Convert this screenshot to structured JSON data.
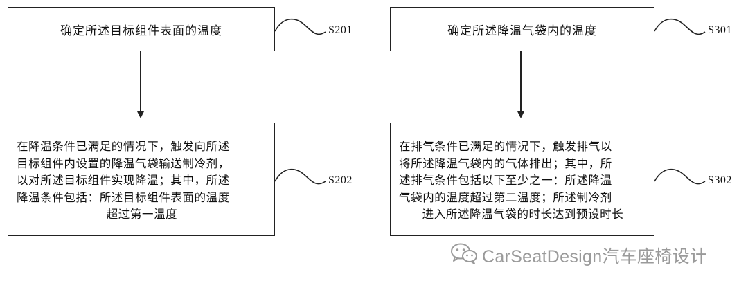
{
  "left_flow": {
    "step1": {
      "text": "确定所述目标组件表面的温度",
      "label": "S201"
    },
    "step2": {
      "lines": [
        "在降温条件已满足的情况下，触发向所述",
        "目标组件内设置的降温气袋输送制冷剂，",
        "以对所述目标组件实现降温；其中，所述",
        "降温条件包括：所述目标组件表面的温度",
        "超过第一温度"
      ],
      "label": "S202"
    }
  },
  "right_flow": {
    "step1": {
      "text": "确定所述降温气袋内的温度",
      "label": "S301"
    },
    "step2": {
      "lines": [
        "在排气条件已满足的情况下，触发排气以",
        "将所述降温气袋内的气体排出；其中，所",
        "述排气条件包括以下至少之一：所述降温",
        "气袋内的温度超过第二温度；所述制冷剂",
        "进入所述降温气袋的时长达到预设时长"
      ],
      "label": "S302"
    }
  },
  "watermark": {
    "text": "CarSeatDesign汽车座椅设计",
    "icon": "wechat-icon"
  },
  "colors": {
    "line": "#222222",
    "text": "#111111",
    "watermark": "#9a9a9a"
  }
}
